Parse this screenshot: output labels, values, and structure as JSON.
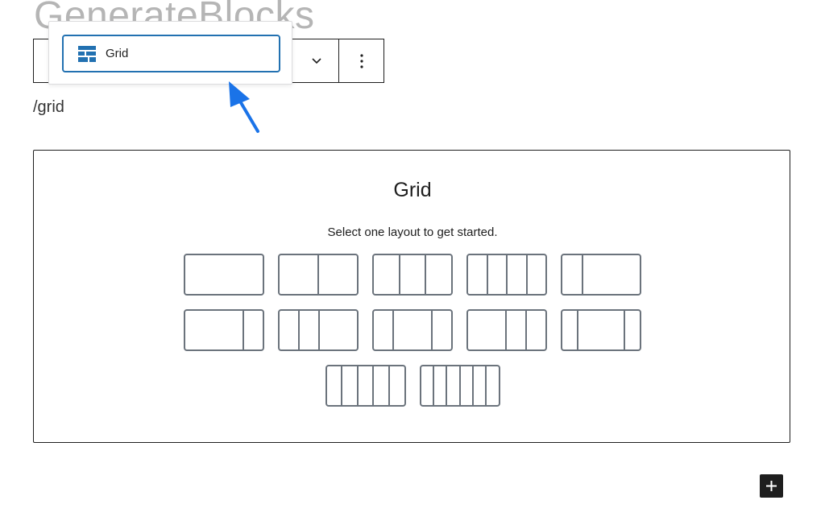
{
  "page": {
    "heading": "GenerateBlocks",
    "slash_command": "/grid"
  },
  "autocomplete": {
    "option_label": "Grid",
    "option_icon": "grid-block-icon",
    "accent_color": "#2271b1"
  },
  "toolbar": {
    "chevron_icon": "chevron-down-icon",
    "more_icon": "more-vertical-icon"
  },
  "placeholder": {
    "title": "Grid",
    "instructions": "Select one layout to get started."
  },
  "layouts": [
    [
      100
    ],
    [
      50,
      50
    ],
    [
      33.33,
      33.33,
      33.34
    ],
    [
      25,
      25,
      25,
      25
    ],
    [
      25,
      75
    ],
    [
      75,
      25
    ],
    [
      25,
      25,
      50
    ],
    [
      25,
      50,
      25
    ],
    [
      50,
      25,
      25
    ],
    [
      20,
      60,
      20
    ],
    [
      20,
      20,
      20,
      20,
      20
    ],
    [
      16.66,
      16.66,
      16.67,
      16.67,
      16.67,
      16.67
    ]
  ],
  "annotation": {
    "arrow_color": "#1a73e8"
  },
  "add_block": {
    "icon": "plus-icon"
  }
}
